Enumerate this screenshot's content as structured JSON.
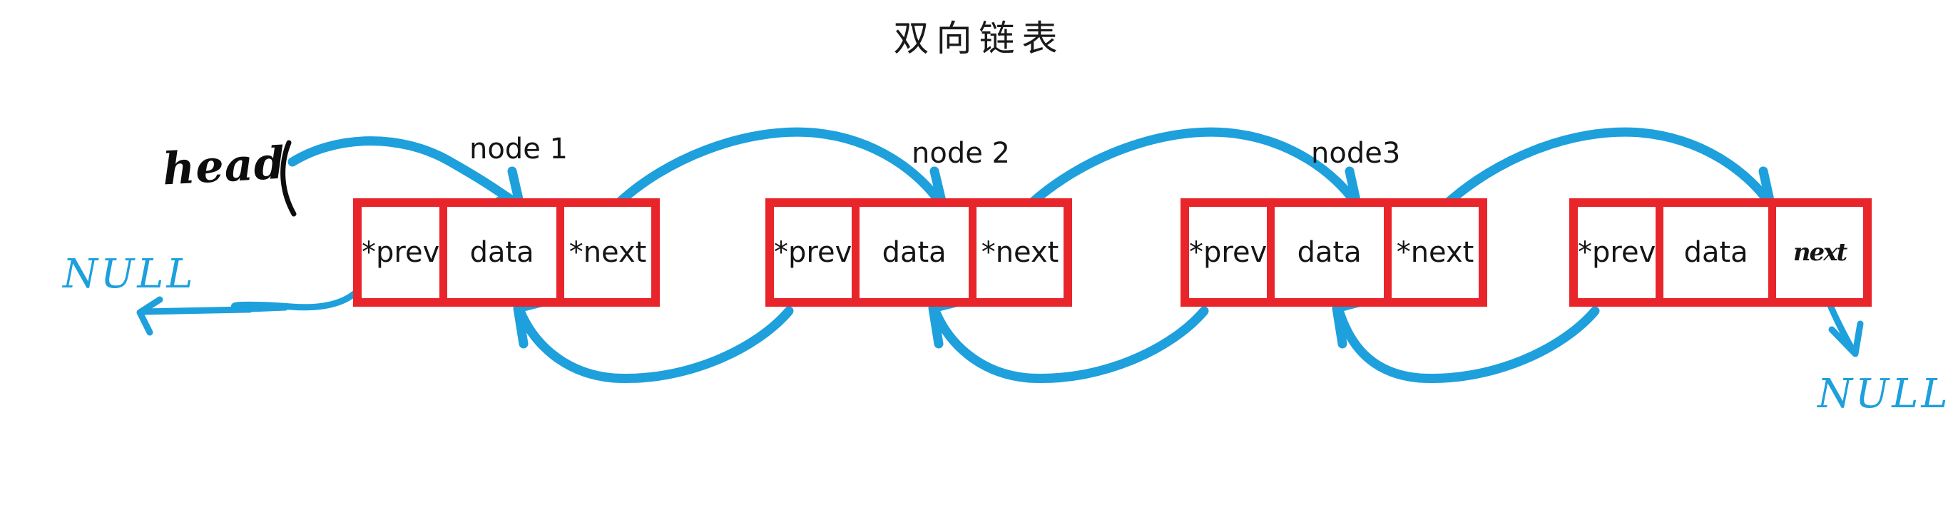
{
  "title": "双向链表",
  "colors": {
    "box_border": "#e8252b",
    "arrow": "#1da0dc",
    "text": "#151515",
    "handwriting": "#0d0d0d",
    "background": "#ffffff"
  },
  "annotations": {
    "head_label": "head",
    "null_left": "NULL",
    "null_right": "NULL"
  },
  "cells": {
    "prev": "*prev",
    "data": "data",
    "next": "*next",
    "next_handwritten": "next"
  },
  "nodes": [
    {
      "label": "node 1",
      "prev": "*prev",
      "data": "data",
      "next": "*next",
      "next_is_handwritten": false
    },
    {
      "label": "node 2",
      "prev": "*prev",
      "data": "data",
      "next": "*next",
      "next_is_handwritten": false
    },
    {
      "label": "node3",
      "prev": "*prev",
      "data": "data",
      "next": "*next",
      "next_is_handwritten": false
    },
    {
      "label": "",
      "prev": "*prev",
      "data": "data",
      "next": "next",
      "next_is_handwritten": true
    }
  ]
}
